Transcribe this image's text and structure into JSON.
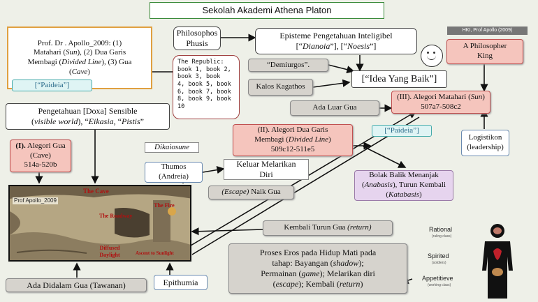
{
  "title": "Sekolah Akademi Athena Platon",
  "credit": "HKI, Prof Apollo (2009)",
  "apollo_box": {
    "line1": "Prof. Dr . Apollo_2009: (1)",
    "line2a": "Matahari (",
    "line2i": "Sun",
    "line2b": "), (2) Dua Garis",
    "line3a": "Membagi (",
    "line3i": "Divided Line",
    "line3b": "), (3) Gua",
    "line4a": "(",
    "line4i": "Cave",
    "line4b": ")"
  },
  "paideia_left": "[“Paideia”]",
  "paideia_right": "[“Paideia”]",
  "philosophos": {
    "line1": "Philosophos",
    "line2": "Phusis"
  },
  "episteme": {
    "line1": "Episteme Pengetahuan  Inteligibel",
    "line2a": "[“",
    "line2i1": "Dianoia",
    "line2b": "”], [“",
    "line2i2": "Noesis",
    "line2c": "”]"
  },
  "republic": "The Republic:\nbook 1, book 2,\nbook 3, book\n4, book 5, book\n6, book 7, book\n8, book 9, book\n10",
  "philosopher_king": {
    "line1": "A Philosopher",
    "line2": "King"
  },
  "demiurgos": "“Demiurgos”.",
  "kalos": "Kalos  Kagathos",
  "idea": "[“Idea Yang Baik”]",
  "doxa": {
    "line1": "Pengetahuan [Doxa] Sensible",
    "line2a": "(",
    "line2i1": "visible world",
    "line2b": "), “",
    "line2i2": "Eikasia",
    "line2c": ", “",
    "line2i3": "Pistis",
    "line2d": "”"
  },
  "ada_luar": "Ada Luar Gua",
  "matahari": {
    "line1a": "(III).  Alegori  Matahari  (",
    "line1i": "Sun",
    "line1b": ")",
    "line2": "507a7-508c2"
  },
  "alegori_gua": {
    "line1a": "(I).",
    "line1b": "  Alegori Gua",
    "line2": "(Cave)",
    "line3": "514a-520b"
  },
  "dikaiosune": "Dikaiosune",
  "dua_garis": {
    "line1": "(II).  Alegori Dua Garis",
    "line2a": "Membagi (",
    "line2i": "Divided Line",
    "line2b": ")",
    "line3": "509c12-511e5"
  },
  "logistikon": {
    "line1": "Logistikon",
    "line2": "(leadership)"
  },
  "thumos": {
    "line1": "Thumos",
    "line2": "(Andreia)"
  },
  "keluar": {
    "line1": "Keluar Melarikan",
    "line2": "Diri"
  },
  "escape": {
    "i": "(Escape)",
    "rest": " Naik Gua"
  },
  "bolak": {
    "line1": "Bolak Balik Menanjak",
    "line2a": "(",
    "line2i": "Anabasis",
    "line2b": "), Turun Kembali",
    "line3a": "(",
    "line3i": "Katabasis",
    "line3b": ")"
  },
  "cave_labels": {
    "the_cave": "The Cave",
    "prof": "Prof Apollo_2009",
    "roadway": "The Roadway",
    "fire": "The Fire",
    "diffused": "Diffused Daylight",
    "ascent": "Ascent to Sunlight"
  },
  "kembali_turun": {
    "a": "Kembali Turun Gua ",
    "i": "(return)"
  },
  "proses_eros": {
    "line1": "Proses Eros pada Hidup Mati pada",
    "line2a": "tahap: Bayangan (",
    "line2i": "shadow",
    "line2b": ");",
    "line3a": "Permainan (",
    "line3i": "game",
    "line3b": "); Melarikan diri",
    "line4a": "(",
    "line4i": "escape",
    "line4b": "); Kembali (",
    "line4i2": "return",
    "line4c": ")"
  },
  "ada_didalam": "Ada Didalam Gua (Tawanan)",
  "epithumia": "Epithumia",
  "soul_legend": {
    "rational": "Rational",
    "rational_sub": "(ruling class)",
    "spirited": "Spirited",
    "spirited_sub": "(soldiers)",
    "appetitive": "Appetitieve",
    "appetitive_sub": "(working class)"
  },
  "colors": {
    "title_border": "#3a8a3a",
    "pink": "#f5c5bd",
    "lavender": "#e6d4ee",
    "gray": "#d6d3cd",
    "cyan": "#dff4f4",
    "apollo_border": "#e0a040"
  }
}
